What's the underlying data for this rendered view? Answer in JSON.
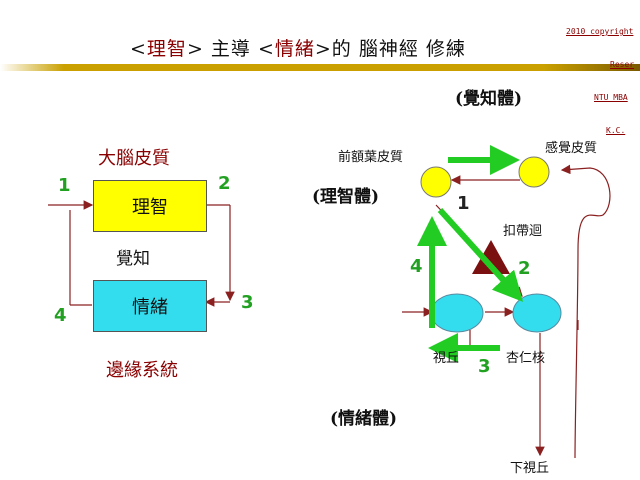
{
  "header": {
    "title_open": "<",
    "title_rational": "理智",
    "title_close": ">",
    "title_mid": " 主導 <",
    "title_emotion": "情緒",
    "title_end": ">的 腦神經 修練",
    "copyright_lines": [
      "2010 copyright",
      "Reser",
      "NTU MBA",
      "K.C."
    ]
  },
  "left_diagram": {
    "cortex_label": "大腦皮質",
    "rational_box": "理智",
    "perception": "覺知",
    "emotion_box": "情緒",
    "limbic_label": "邊緣系統",
    "step_1": "1",
    "step_2": "2",
    "step_3": "3",
    "step_4": "4"
  },
  "right_diagram": {
    "perception_body": "(覺知體)",
    "rational_body": "(理智體)",
    "emotion_body": "(情緒體)",
    "prefrontal": "前額葉皮質",
    "sensory_cortex": "感覺皮質",
    "cingulate": "扣帶迴",
    "thalamus": "視丘",
    "amygdala": "杏仁核",
    "hypothalamus": "下視丘",
    "step_1": "1",
    "step_2": "2",
    "step_3": "3",
    "step_4": "4"
  },
  "colors": {
    "rational_fill": "#ffff00",
    "emotion_fill": "#33ddee",
    "arrow_green": "#22cc22",
    "accent_red": "#8a0000",
    "cingulate_fill": "#7a1010"
  }
}
